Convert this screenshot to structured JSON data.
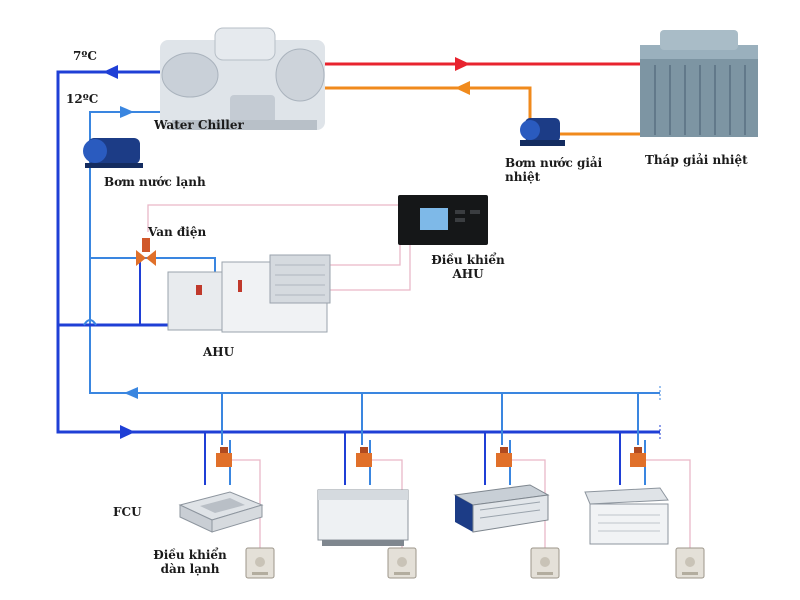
{
  "labels": {
    "temp_supply": "7ºC",
    "temp_return": "12ºC",
    "water_chiller": "Water Chiller",
    "chilled_water_pump": "Bơm nước lạnh",
    "cooling_water_pump": "Bơm nước giải nhiệt",
    "cooling_tower": "Tháp giải nhiệt",
    "electric_valve": "Van điện",
    "ahu_controller": "Điều khiển AHU",
    "ahu": "AHU",
    "fcu": "FCU",
    "fcu_controller": "Điều khiển dàn lạnh"
  },
  "colors": {
    "supply_pipe": "#1f3fd6",
    "return_pipe": "#3a86e0",
    "condenser_hot": "#e8232e",
    "condenser_cold": "#f08a1c",
    "control_wire": "#e9b8c8",
    "valve": "#e0702a"
  },
  "icons": [
    "chiller-icon",
    "pump-icon",
    "cooling-tower-icon",
    "ahu-icon",
    "controller-panel-icon",
    "valve-icon",
    "fcu-cassette-icon",
    "fcu-floor-icon",
    "fcu-ducted-icon",
    "fcu-ceiling-icon",
    "thermostat-icon"
  ]
}
